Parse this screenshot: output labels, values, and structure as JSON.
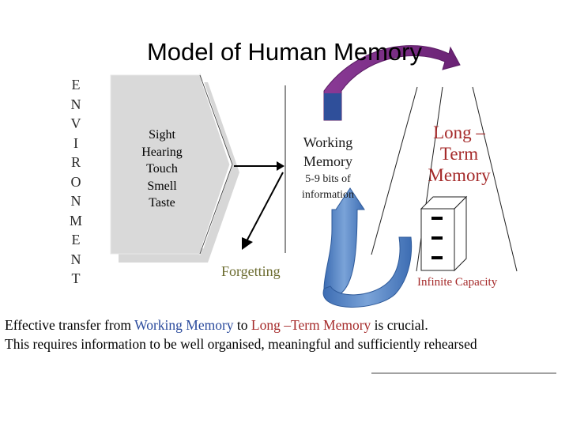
{
  "title": "Model of Human Memory",
  "environment_letters": [
    "E",
    "N",
    "V",
    "I",
    "R",
    "O",
    "N",
    "M",
    "E",
    "N",
    "T"
  ],
  "sensory_inputs": [
    "Sight",
    "Hearing",
    "Touch",
    "Smell",
    "Taste"
  ],
  "working_memory": {
    "title_line1": "Working",
    "title_line2": "Memory",
    "capacity_line1": "5-9 bits of",
    "capacity_line2": "information"
  },
  "long_term_memory": {
    "line1": "Long –",
    "line2": "Term",
    "line3": "Memory",
    "capacity": "Infinite Capacity"
  },
  "forgetting_label": "Forgetting",
  "footer": {
    "line1_part1": "Effective transfer from ",
    "line1_working": "Working Memory",
    "line1_part2": " to ",
    "line1_ltm": "Long –Term Memory",
    "line1_part3": " is crucial.",
    "line2": "This requires information to be well organised, meaningful and sufficiently rehearsed"
  },
  "colors": {
    "curved_arrow_purple": "#7b2c86",
    "rehearsal_arrow_blue": "#4a78b8",
    "ltm_text_red": "#a52a2a",
    "body_blue": "#2a4a9c"
  }
}
